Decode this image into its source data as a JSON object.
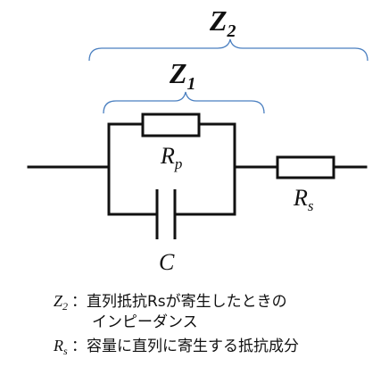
{
  "colors": {
    "wire": "#111111",
    "brace": "#4a7fc0",
    "text": "#111111"
  },
  "labels": {
    "z2": {
      "main": "Z",
      "sub": "2"
    },
    "z1": {
      "main": "Z",
      "sub": "1"
    },
    "rp": {
      "main": "R",
      "sub": "p"
    },
    "rs": {
      "main": "R",
      "sub": "s"
    },
    "c": "C"
  },
  "legend": {
    "z2_symbol": {
      "main": "Z",
      "sub": "2"
    },
    "z2_text_line1": "：直列抵抗Rsが寄生したときの",
    "z2_text_line2": "インピーダンス",
    "rs_symbol": {
      "main": "R",
      "sub": "s"
    },
    "rs_text": "：容量に直列に寄生する抵抗成分"
  }
}
